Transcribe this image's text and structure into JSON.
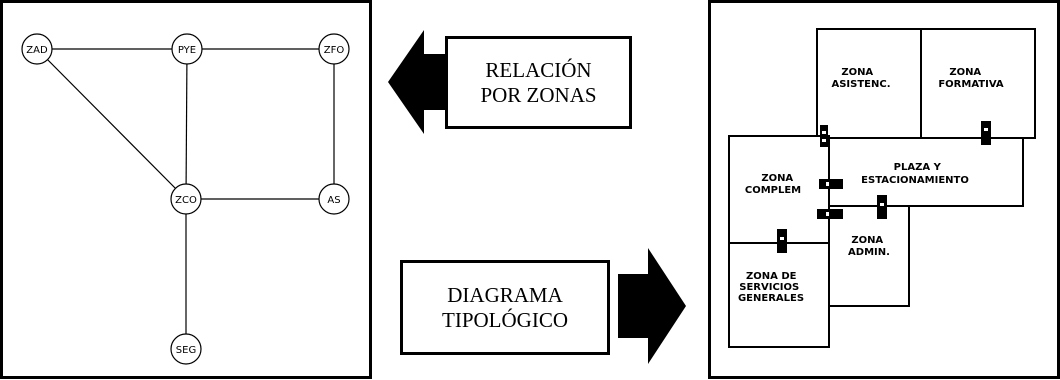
{
  "relation_diagram": {
    "nodes": [
      {
        "id": "zad",
        "label": "ZAD"
      },
      {
        "id": "pye",
        "label": "PYE"
      },
      {
        "id": "zfo",
        "label": "ZFO"
      },
      {
        "id": "zco",
        "label": "ZCO"
      },
      {
        "id": "as",
        "label": "AS"
      },
      {
        "id": "seg",
        "label": "SEG"
      }
    ],
    "edges": [
      [
        "zad",
        "pye"
      ],
      [
        "pye",
        "zfo"
      ],
      [
        "zad",
        "zco"
      ],
      [
        "pye",
        "zco"
      ],
      [
        "zfo",
        "as"
      ],
      [
        "zco",
        "as"
      ],
      [
        "zco",
        "seg"
      ]
    ]
  },
  "callouts": {
    "relacion": {
      "line1": "RELACIÓN",
      "line2": "POR ZONAS"
    },
    "diagrama": {
      "line1": "DIAGRAMA",
      "line2": "TIPOLÓGICO"
    }
  },
  "typology_diagram": {
    "zones": [
      {
        "id": "asistencial",
        "lines": [
          "ZONA",
          "ASISTENC."
        ]
      },
      {
        "id": "formativa",
        "lines": [
          "ZONA",
          "FORMATIVA"
        ]
      },
      {
        "id": "plaza",
        "lines": [
          "PLAZA Y",
          "ESTACIONAMIENTO"
        ]
      },
      {
        "id": "complem",
        "lines": [
          "ZONA",
          "COMPLEM"
        ]
      },
      {
        "id": "admin",
        "lines": [
          "ZONA",
          "ADMIN."
        ]
      },
      {
        "id": "servicios",
        "lines": [
          "ZONA DE",
          "SERVICIOS",
          "GENERALES"
        ]
      }
    ]
  }
}
